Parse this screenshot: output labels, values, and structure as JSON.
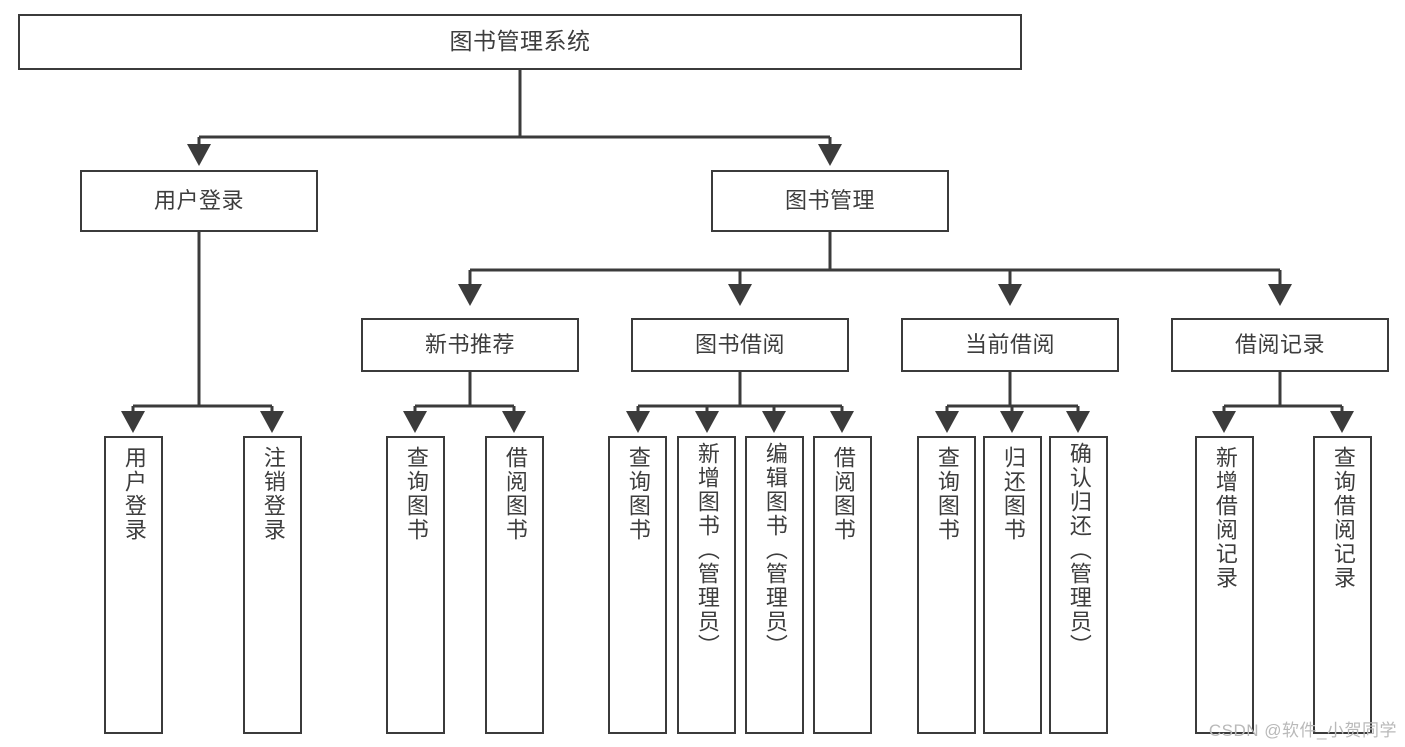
{
  "diagram": {
    "title_node": {
      "label": "图书管理系统"
    },
    "level2": [
      {
        "id": "user-login",
        "label": "用户登录"
      },
      {
        "id": "book-management",
        "label": "图书管理"
      }
    ],
    "level3": [
      {
        "id": "new-book-recommend",
        "label": "新书推荐"
      },
      {
        "id": "book-borrow",
        "label": "图书借阅"
      },
      {
        "id": "current-borrow",
        "label": "当前借阅"
      },
      {
        "id": "borrow-record",
        "label": "借阅记录"
      }
    ],
    "leaves": {
      "user_login": [
        {
          "id": "user-login-leaf",
          "label": "用户登录"
        },
        {
          "id": "logout-leaf",
          "label": "注销登录"
        }
      ],
      "new_book_recommend": [
        {
          "id": "query-book-1",
          "label": "查询图书"
        },
        {
          "id": "borrow-book-1",
          "label": "借阅图书"
        }
      ],
      "book_borrow": [
        {
          "id": "query-book-2",
          "label": "查询图书"
        },
        {
          "id": "add-book",
          "label": "新增图书（管理员）"
        },
        {
          "id": "edit-book",
          "label": "编辑图书（管理员）"
        },
        {
          "id": "borrow-book-2",
          "label": "借阅图书"
        }
      ],
      "current_borrow": [
        {
          "id": "query-book-3",
          "label": "查询图书"
        },
        {
          "id": "return-book",
          "label": "归还图书"
        },
        {
          "id": "confirm-return",
          "label": "确认归还（管理员）"
        }
      ],
      "borrow_record": [
        {
          "id": "add-borrow-record",
          "label": "新增借阅记录"
        },
        {
          "id": "query-borrow-record",
          "label": "查询借阅记录"
        }
      ]
    },
    "watermark": "CSDN @软件_小贺同学",
    "colors": {
      "stroke": "#3b3b3b",
      "text": "#3d3d3d",
      "background": "#ffffff",
      "watermark": "#b9b9b9"
    }
  }
}
